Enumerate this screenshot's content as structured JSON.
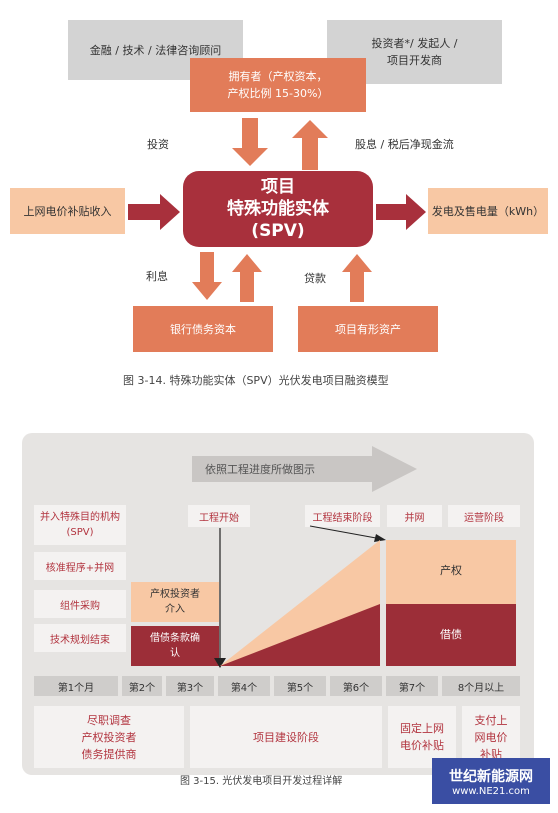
{
  "top": {
    "advisors": "金融 / 技术 / 法律咨询顾问",
    "investor_sponsor_line1": "投资者*/ 发起人 /",
    "investor_sponsor_line2": "项目开发商",
    "owner_line1": "拥有者（产权资本，",
    "owner_line2": "产权比例 15-30%）",
    "label_invest": "投资",
    "label_dividend": "股息 / 税后净现金流",
    "spv_line1": "项目",
    "spv_line2": "特殊功能实体",
    "spv_line3": "(SPV)",
    "subsidy_income": "上网电价补贴收入",
    "power_output": "发电及售电量（kWh）",
    "label_interest": "利息",
    "label_loan": "贷款",
    "bank_debt": "银行债务资本",
    "tangible_assets": "项目有形资产",
    "caption": "图 3-14. 特殊功能实体（SPV）光伏发电项目融资模型"
  },
  "bottom": {
    "progress_arrow": "依照工程进度所做图示",
    "stages": [
      "工程开始",
      "工程结束阶段",
      "并网",
      "运营阶段"
    ],
    "left_steps": [
      "并入特殊目的机构(SPV)",
      "核准程序+并网",
      "组件采购",
      "技术规划结束"
    ],
    "equity_investor_line1": "产权投资者",
    "equity_investor_line2": "介入",
    "debt_confirm_line1": "借债条款确",
    "debt_confirm_line2": "认",
    "equity": "产权",
    "debt": "借债",
    "months": [
      "第1个月",
      "第2个",
      "第3个",
      "第4个",
      "第5个",
      "第6个",
      "第7个",
      "8个月以上"
    ],
    "due_diligence": [
      "尽职调查",
      "产权投资者",
      "债务提供商"
    ],
    "construction_phase": "项目建设阶段",
    "fixed_tariff": [
      "固定上网",
      "电价补贴"
    ],
    "pay_tariff": [
      "支付上",
      "网电价",
      "补贴"
    ],
    "caption": "图 3-15. 光伏发电项目开发过程详解"
  },
  "watermark": {
    "name": "世纪新能源网",
    "url": "www.NE21.com"
  },
  "colors": {
    "spv": "#a8303c",
    "salmon": "#e27c59",
    "peach": "#f8c8a4",
    "dark_red": "#9c2e38",
    "gray": "#d3d3d3"
  }
}
